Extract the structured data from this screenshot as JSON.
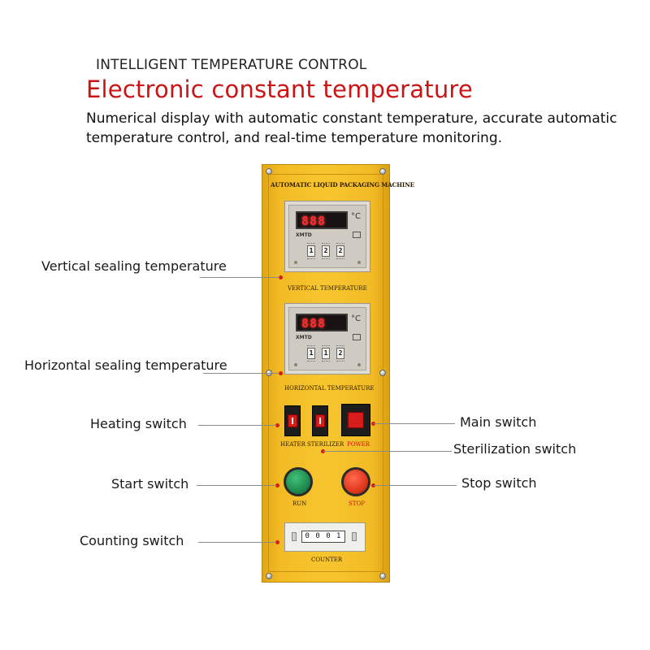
{
  "header": {
    "kicker": "INTELLIGENT TEMPERATURE CONTROL",
    "title": "Electronic constant temperature",
    "description": "Numerical display with automatic constant temperature, accurate automatic temperature control, and real-time temperature monitoring."
  },
  "panel": {
    "title": "AUTOMATIC LIQUID PACKAGING MACHINE",
    "controllers": [
      {
        "display": "888",
        "unit": "°C",
        "brand": "XMTD",
        "dials": [
          "1",
          "2",
          "2"
        ],
        "label": "VERTICAL TEMPERATURE"
      },
      {
        "display": "888",
        "unit": "°C",
        "brand": "XMTD",
        "dials": [
          "1",
          "1",
          "2"
        ],
        "label": "HORIZONTAL TEMPERATURE"
      }
    ],
    "switch_labels": {
      "heater": "HEATER",
      "sterilizer": "STERILIZER",
      "power": "POWER"
    },
    "button_labels": {
      "run": "RUN",
      "stop": "STOP"
    },
    "counter": {
      "digits": "0 0 0 1",
      "label": "COUNTER"
    }
  },
  "callouts": {
    "vertical_sealing": "Vertical sealing temperature",
    "horizontal_sealing": "Horizontal sealing temperature",
    "heating_switch": "Heating switch",
    "start_switch": "Start switch",
    "counting_switch": "Counting switch",
    "main_switch": "Main switch",
    "sterilization_switch": "Sterilization switch",
    "stop_switch": "Stop switch"
  },
  "colors": {
    "title_red": "#cc1414",
    "panel_yellow": "#f7c62f",
    "led_red": "#ff2a2a",
    "run_green": "#1f8b4e",
    "stop_red": "#e0381f"
  }
}
